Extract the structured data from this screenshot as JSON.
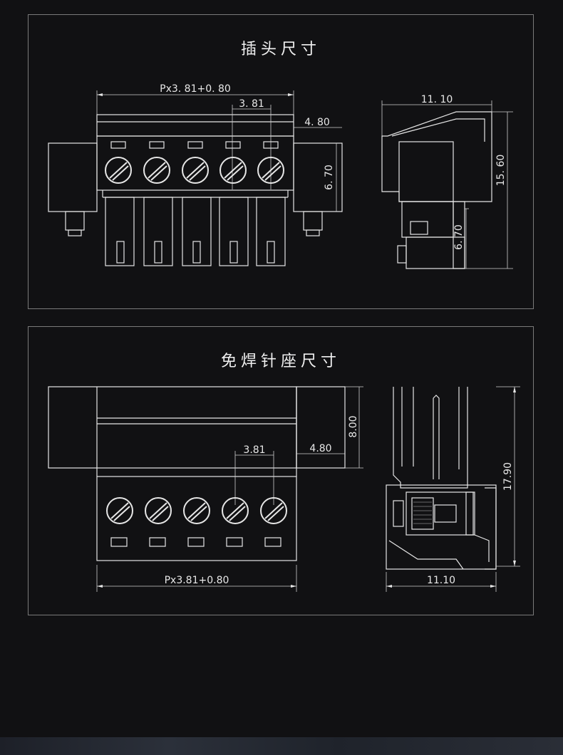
{
  "plug_section": {
    "title": "插头尺寸",
    "dims": {
      "pitch_total": "Px3. 81+0. 80",
      "pitch": "3. 81",
      "side_offset": "4. 80",
      "height_front": "6. 70",
      "side_width": "11. 10",
      "side_height": "15. 60",
      "side_lower": "6. 70"
    }
  },
  "header_section": {
    "title": "免焊针座尺寸",
    "dims": {
      "height_top": "8.00",
      "pitch": "3.81",
      "side_offset": "4.80",
      "pitch_total": "Px3.81+0.80",
      "side_height": "17.90",
      "side_width": "11.10"
    }
  },
  "pin_count": 5
}
